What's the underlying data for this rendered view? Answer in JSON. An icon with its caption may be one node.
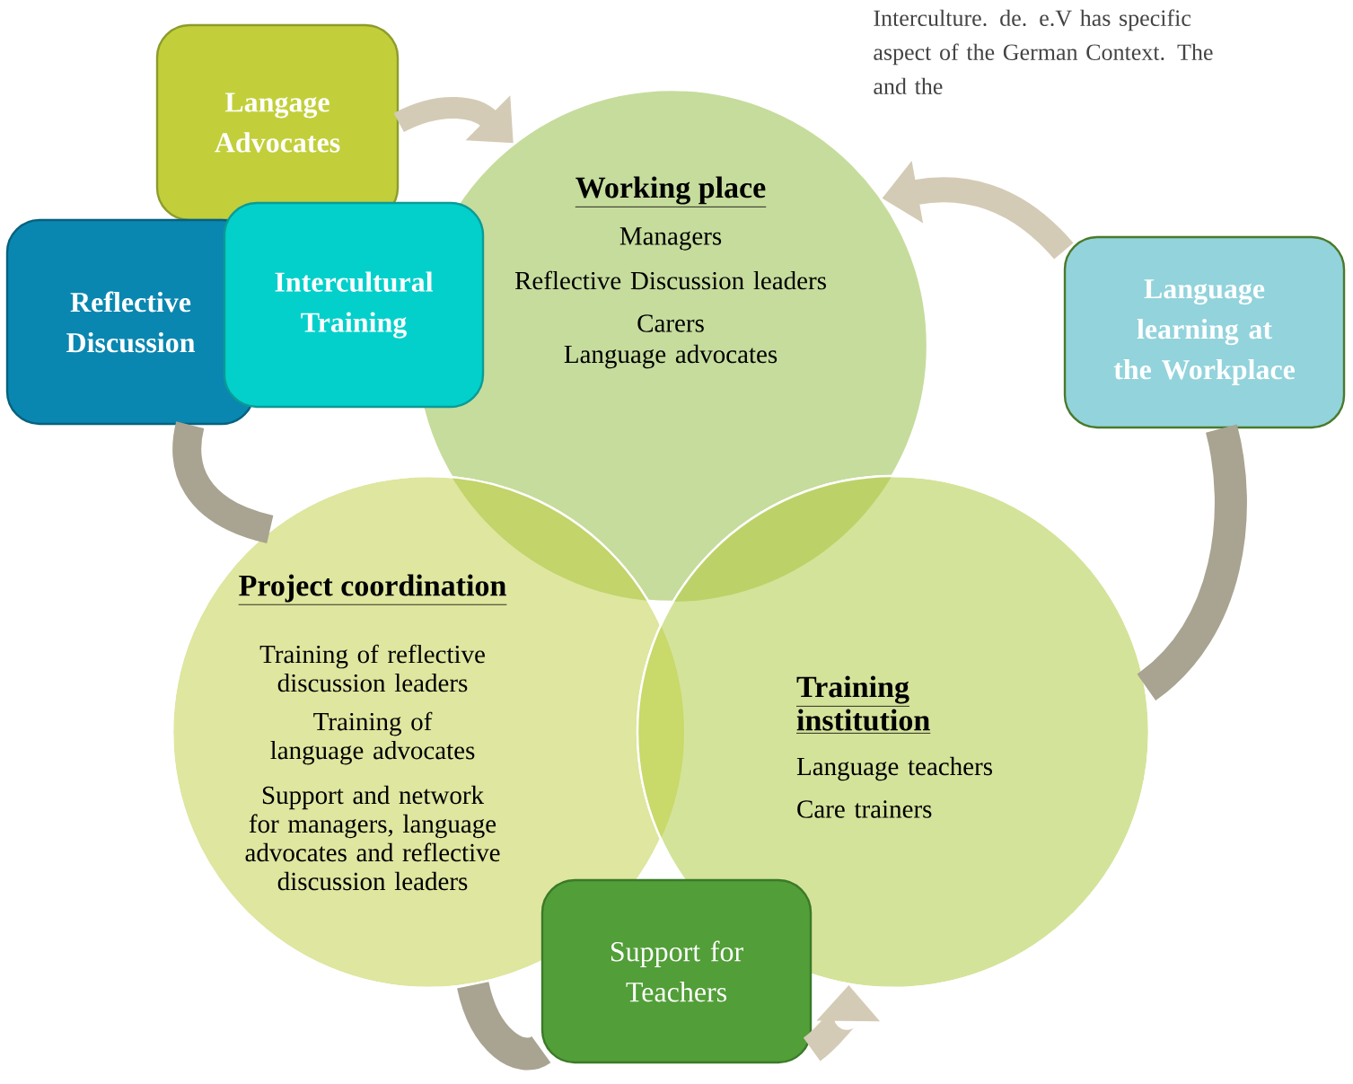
{
  "diagram": {
    "nodes": [
      {
        "text": [
          "Working place",
          "Managers",
          "Reflective Discussion leaders",
          "Carers",
          "Language advocates"
        ]
      },
      {
        "text": [
          "Project coordination",
          "Training of reflective discussion leaders",
          "Training of language advocates",
          "Support and network for managers, language advocates and reflective discussion leaders"
        ]
      },
      {
        "text": [
          "Training institution",
          "Language teachers",
          "Care trainers"
        ]
      },
      {
        "text": [
          "Langage Advocates"
        ]
      },
      {
        "text": [
          "Reflective Discussion"
        ]
      },
      {
        "text": [
          "Intercultural Training"
        ]
      },
      {
        "text": [
          "Language learning at the Workplace"
        ]
      },
      {
        "text": [
          "Support for Teachers"
        ]
      }
    ],
    "edges": [
      {
        "from": 3,
        "to": 0,
        "arrow": "to"
      },
      {
        "from": 6,
        "to": 0,
        "arrow": "to"
      },
      {
        "from": 6,
        "to": 2,
        "arrow": "none"
      },
      {
        "from": 4,
        "to": 1,
        "arrow": "none"
      },
      {
        "from": 1,
        "to": 7,
        "arrow": "none"
      },
      {
        "from": 7,
        "to": 2,
        "arrow": "to"
      }
    ],
    "labels": [
      "Interculture. de. e.V has specific aspect of the German Context. The and the"
    ]
  }
}
